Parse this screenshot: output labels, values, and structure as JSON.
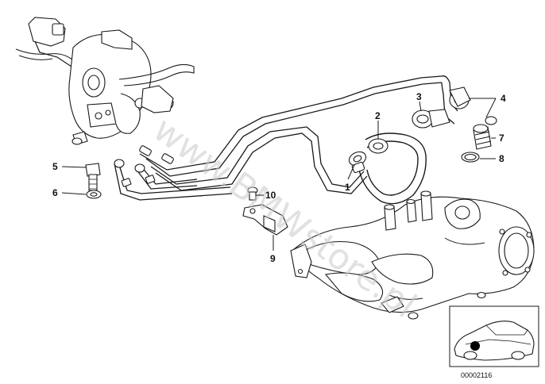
{
  "watermark": "www.BMWstore.pl",
  "document_number": "00002116",
  "callouts": [
    {
      "id": "1",
      "label": "1"
    },
    {
      "id": "2",
      "label": "2"
    },
    {
      "id": "3",
      "label": "3"
    },
    {
      "id": "4",
      "label": "4"
    },
    {
      "id": "5",
      "label": "5"
    },
    {
      "id": "6",
      "label": "6"
    },
    {
      "id": "7",
      "label": "7"
    },
    {
      "id": "8",
      "label": "8"
    },
    {
      "id": "9",
      "label": "9"
    },
    {
      "id": "10",
      "label": "10"
    }
  ],
  "colors": {
    "line": "#1a1a1a",
    "watermark": "#c9c9c9",
    "background": "#ffffff"
  }
}
